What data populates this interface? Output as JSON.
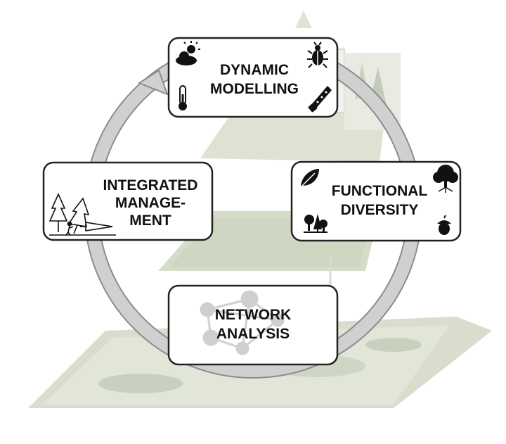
{
  "diagram": {
    "nodes": [
      {
        "id": "dynamic",
        "lines": [
          "DYNAMIC",
          "MODELLING"
        ],
        "icons": [
          "weather-icon",
          "beetle-icon",
          "thermometer-icon",
          "saw-icon"
        ]
      },
      {
        "id": "functional",
        "lines": [
          "FUNCTIONAL",
          "DIVERSITY"
        ],
        "icons": [
          "leaf-icon",
          "tree-roots-icon",
          "forest-icon",
          "acorn-icon"
        ]
      },
      {
        "id": "network",
        "lines": [
          "NETWORK",
          "ANALYSIS"
        ],
        "icons": [
          "network-graph-icon"
        ]
      },
      {
        "id": "integrated",
        "lines": [
          "INTEGRATED",
          "MANAGE-",
          "MENT"
        ],
        "icons": [
          "tree-felling-icon"
        ]
      }
    ],
    "cycle": {
      "direction": "clockwise",
      "arrowhead_at": "dynamic"
    },
    "background": "faded forest landscape illustration",
    "colors": {
      "ring": "#cfcfcf",
      "ring_stroke": "#8c8c8c",
      "box_fill": "#ffffff",
      "box_stroke": "#222222",
      "background_green": "#c9d2b4"
    }
  }
}
